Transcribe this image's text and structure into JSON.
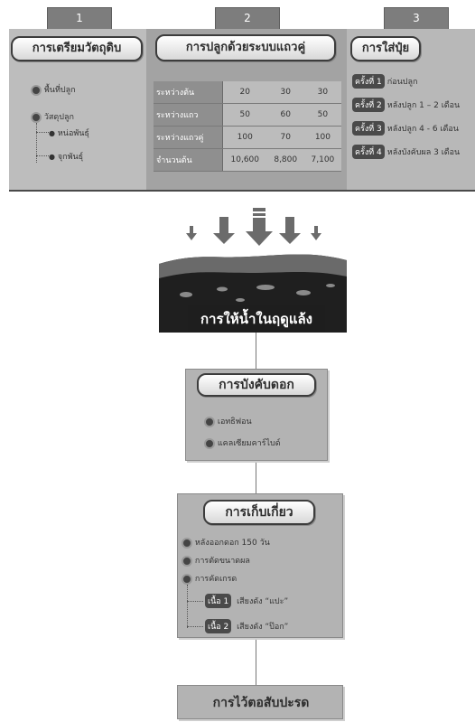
{
  "steps": {
    "tab1": "1",
    "tab2": "2",
    "tab3": "3"
  },
  "prep": {
    "title": "การเตรียมวัตถุดิบ",
    "item1": "พื้นที่ปลูก",
    "item2": "วัสดุปลูก",
    "sub1": "หน่อพันธุ์",
    "sub2": "จุกพันธุ์"
  },
  "planting": {
    "title": "การปลูกด้วยระบบแถวคู่",
    "rows": [
      {
        "label": "ระหว่างต้น",
        "values": [
          "20",
          "30",
          "30"
        ]
      },
      {
        "label": "ระหว่างแถว",
        "values": [
          "50",
          "60",
          "50"
        ]
      },
      {
        "label": "ระหว่างแถวคู่",
        "values": [
          "100",
          "70",
          "100"
        ]
      },
      {
        "label": "จำนวนต้น",
        "values": [
          "10,600",
          "8,800",
          "7,100"
        ]
      }
    ]
  },
  "fertilizer": {
    "title": "การใส่ปุ๋ย",
    "items": [
      {
        "badge": "ครั้งที่ 1",
        "text": "ก่อนปลูก"
      },
      {
        "badge": "ครั้งที่ 2",
        "text": "หลังปลูก 1 – 2 เดือน"
      },
      {
        "badge": "ครั้งที่ 3",
        "text": "หลังปลูก 4 - 6 เดือน"
      },
      {
        "badge": "ครั้งที่ 4",
        "text": "หลังบังคับผล 3 เดือน"
      }
    ]
  },
  "watering": {
    "label": "การให้น้ำในฤดูแล้ง"
  },
  "flowering": {
    "title": "การบังคับดอก",
    "item1": "เอทธิฟอน",
    "item2": "แคลเซียมคาร์ไบด์"
  },
  "harvest": {
    "title": "การเก็บเกี่ยว",
    "item1": "หลังออกดอก 150 วัน",
    "item2": "การตัดขนาดผล",
    "item3": "การคัดเกรด",
    "grade1_badge": "เนื้อ 1",
    "grade1_text": "เสียงดัง “แปะ”",
    "grade2_badge": "เนื้อ 2",
    "grade2_text": "เสียงดัง “ป๊อก”"
  },
  "stump": {
    "title": "การไว้ตอสับปะรด"
  }
}
